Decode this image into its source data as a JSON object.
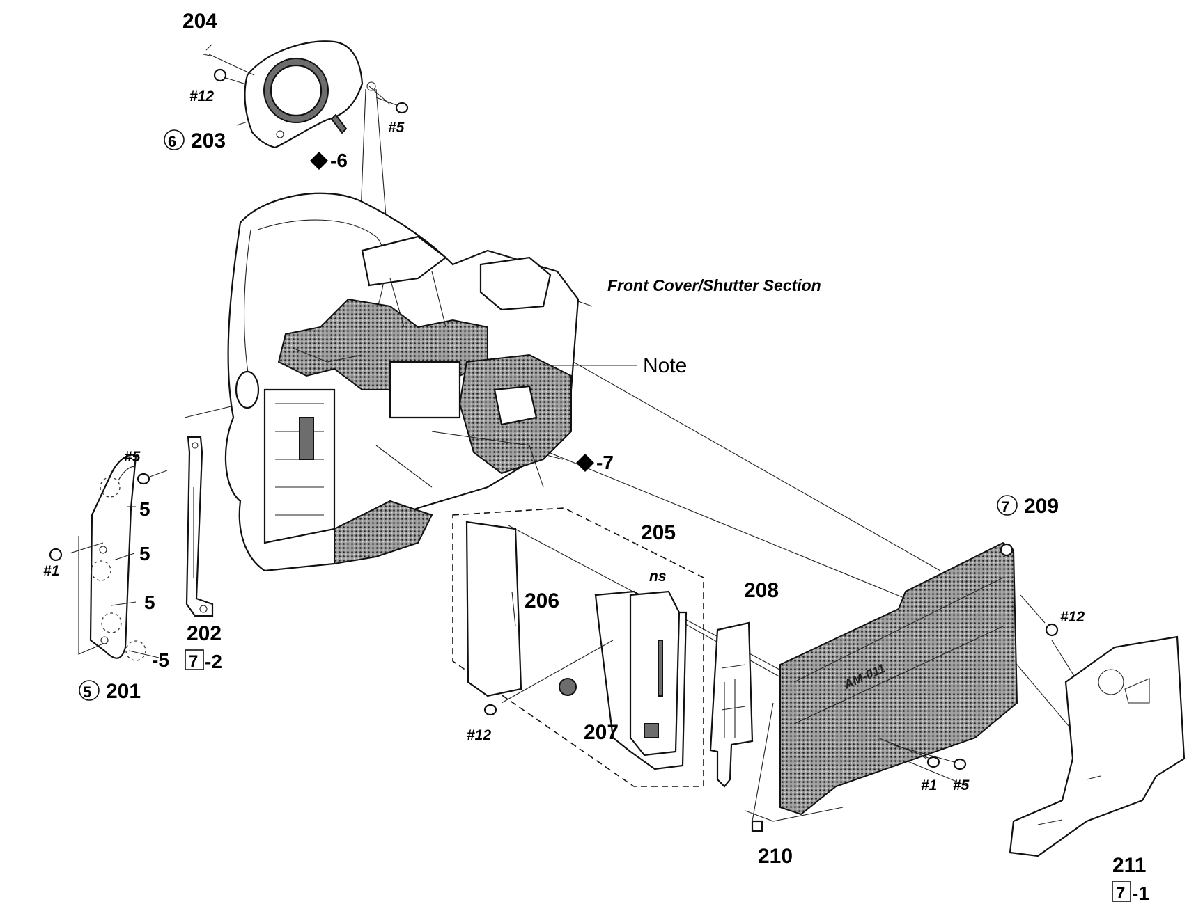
{
  "labels": {
    "p204": "204",
    "s12_top": "#12",
    "s5_top": "#5",
    "c6": "6",
    "p203": "203",
    "d6": "-6",
    "section": "Front Cover/Shutter Section",
    "note": "Note",
    "d7": "-7",
    "s5_left": "#5",
    "r5a": "5",
    "r5b": "5",
    "r5c": "5",
    "r5d": "-5",
    "s1_left": "#1",
    "c5": "5",
    "p201": "201",
    "p202": "202",
    "b7a": "7",
    "b7a_suffix": "-2",
    "p205": "205",
    "ns": "ns",
    "p206": "206",
    "p207": "207",
    "s12_mid": "#12",
    "p208": "208",
    "c7": "7",
    "p209": "209",
    "s12_right": "#12",
    "s1_right": "#1",
    "s5_right": "#5",
    "board_text": "AM-011",
    "p210": "210",
    "p211": "211",
    "b7b": "7",
    "b7b_suffix": "-1"
  }
}
